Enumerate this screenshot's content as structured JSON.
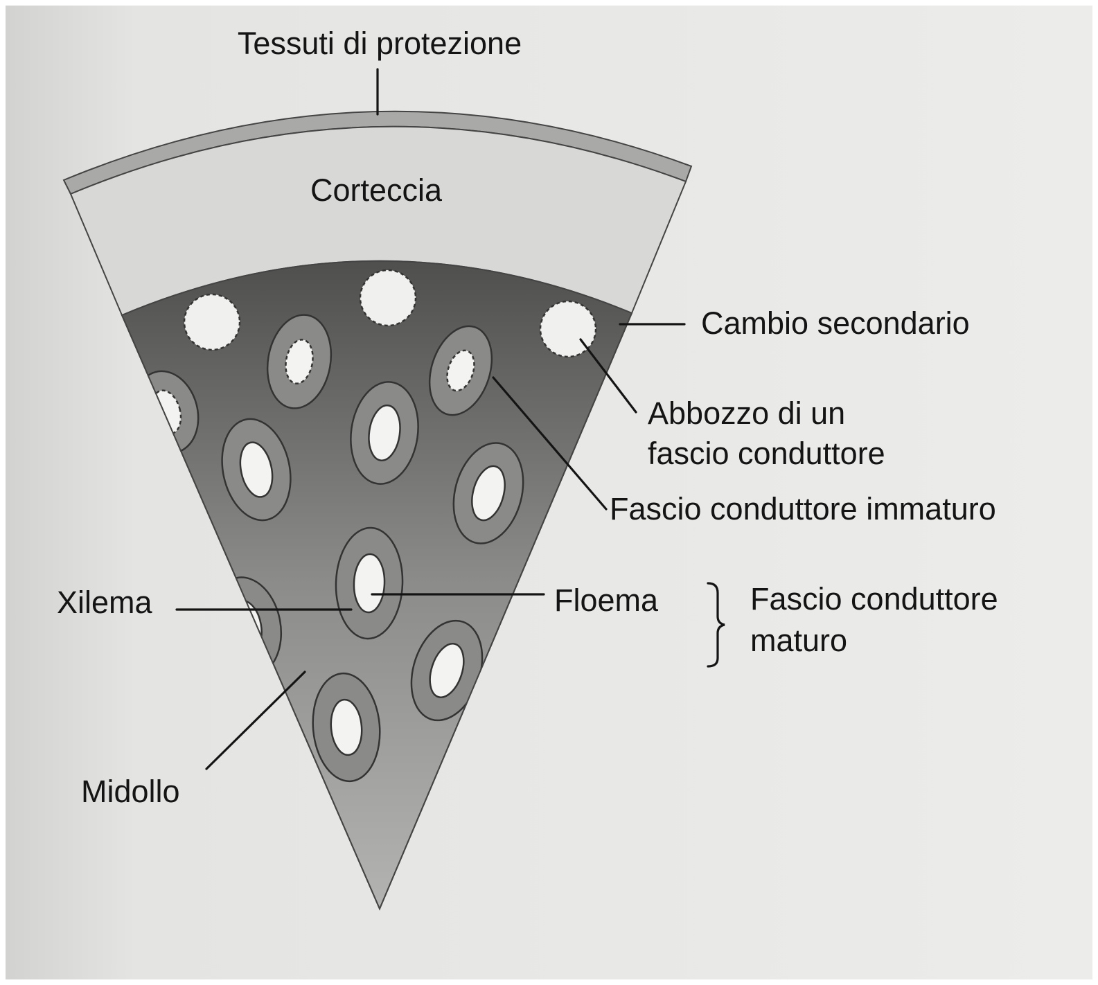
{
  "labels": {
    "protective_tissues": "Tessuti di protezione",
    "cortex": "Corteccia",
    "secondary_cambium": "Cambio secondario",
    "bundle_primordium_line1": "Abbozzo di un",
    "bundle_primordium_line2": "fascio conduttore",
    "immature_bundle": "Fascio conduttore immaturo",
    "xylem": "Xilema",
    "phloem": "Floema",
    "mature_bundle_line1": "Fascio conduttore",
    "mature_bundle_line2": "maturo",
    "pith": "Midollo"
  },
  "colors": {
    "paper": "#e6e6e4",
    "protective_band": "#a9a9a7",
    "cortex": "#d9d9d7",
    "cambium_dark": "#5d5d5b",
    "pith": "#b3b3b1",
    "bundle_ring": "#8a8a88",
    "bundle_core": "#f3f3f1",
    "ink": "#141414"
  }
}
